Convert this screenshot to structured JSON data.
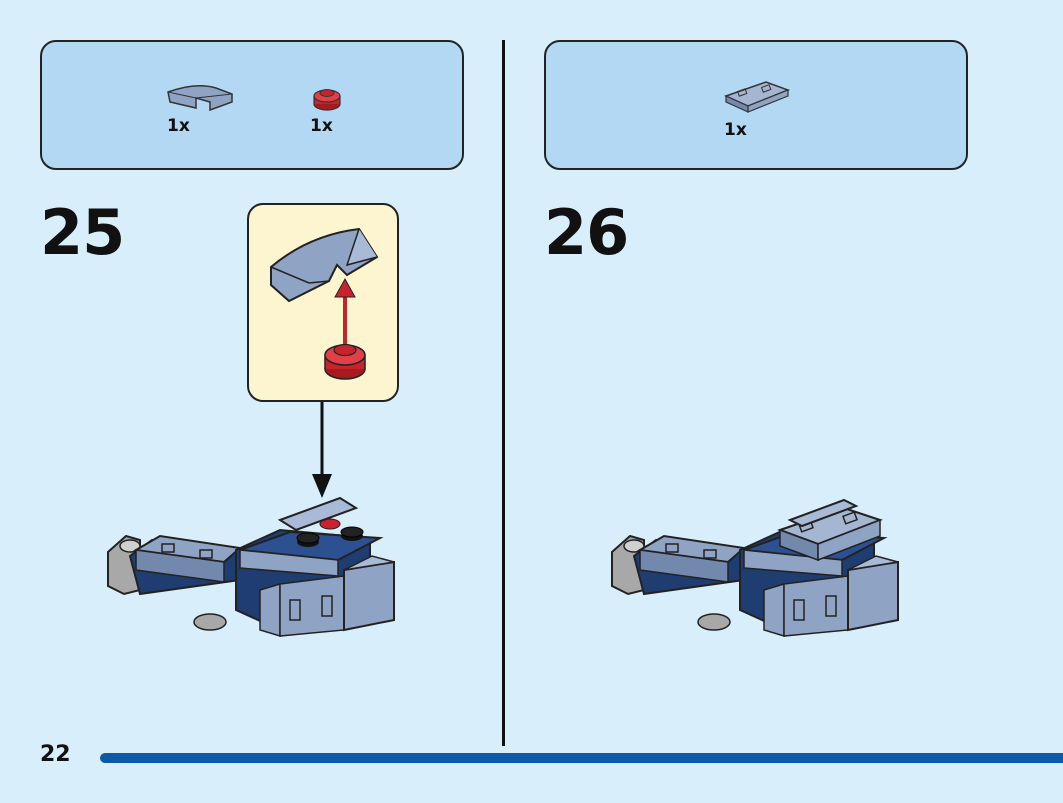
{
  "steps": [
    {
      "number": "25",
      "parts": [
        {
          "icon": "curved-slope-piece-icon",
          "qty": "1x",
          "color": "#8fa3c4"
        },
        {
          "icon": "red-round-plate-icon",
          "qty": "1x",
          "color": "#c8232c"
        }
      ],
      "has_callout": true
    },
    {
      "number": "26",
      "parts": [
        {
          "icon": "tile-with-studs-icon",
          "qty": "1x",
          "color": "#8fa3c4"
        }
      ],
      "has_callout": false
    }
  ],
  "page_number": "22",
  "colors": {
    "background": "#d9eefb",
    "parts_box": "#b3d8f4",
    "callout": "#fdf5d0",
    "sand_blue": "#8fa3c4",
    "dark_blue": "#1f3d70",
    "grey": "#a8a8a8",
    "red": "#c8232c",
    "page_bar": "#0a5aa5"
  }
}
